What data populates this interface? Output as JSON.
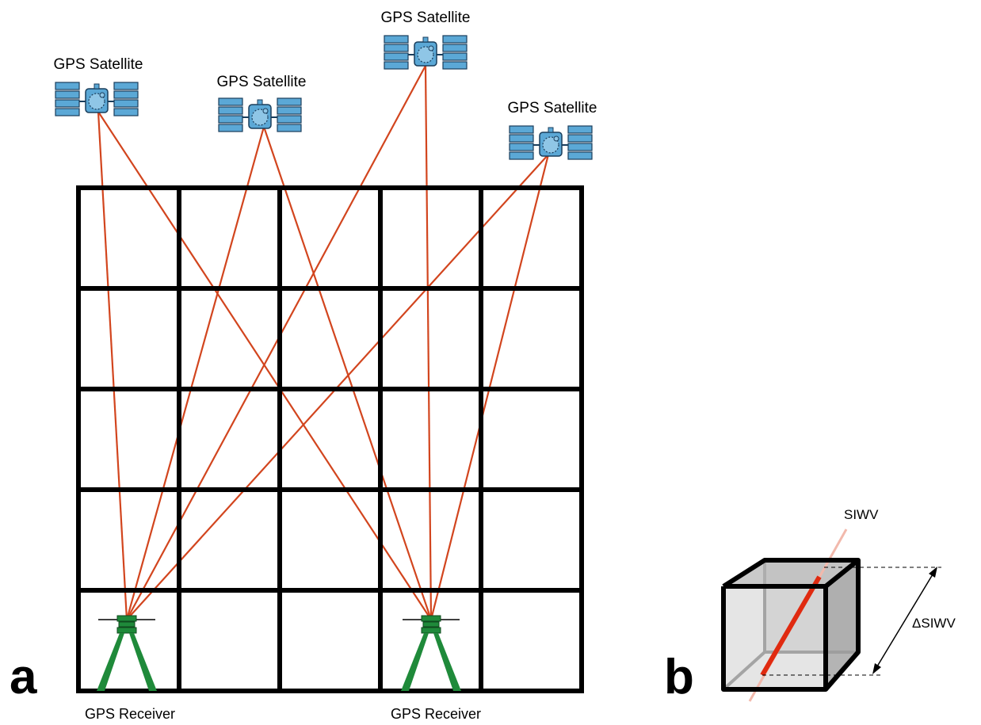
{
  "satellites": [
    {
      "label": "GPS Satellite"
    },
    {
      "label": "GPS Satellite"
    },
    {
      "label": "GPS Satellite"
    },
    {
      "label": "GPS Satellite"
    }
  ],
  "receivers": [
    {
      "label": "GPS Receiver"
    },
    {
      "label": "GPS Receiver"
    }
  ],
  "grid": {
    "columns": 5,
    "rows": 5
  },
  "panels": {
    "a": "a",
    "b": "b"
  },
  "cube": {
    "ray_label": "SIWV",
    "delta_label": "ΔSIWV"
  },
  "colors": {
    "ray": "#d2451e",
    "grid": "#000000",
    "tripod": "#1f8a3a",
    "satellite_panel": "#5ba8d6",
    "cube_face": "#bdbdbd"
  }
}
